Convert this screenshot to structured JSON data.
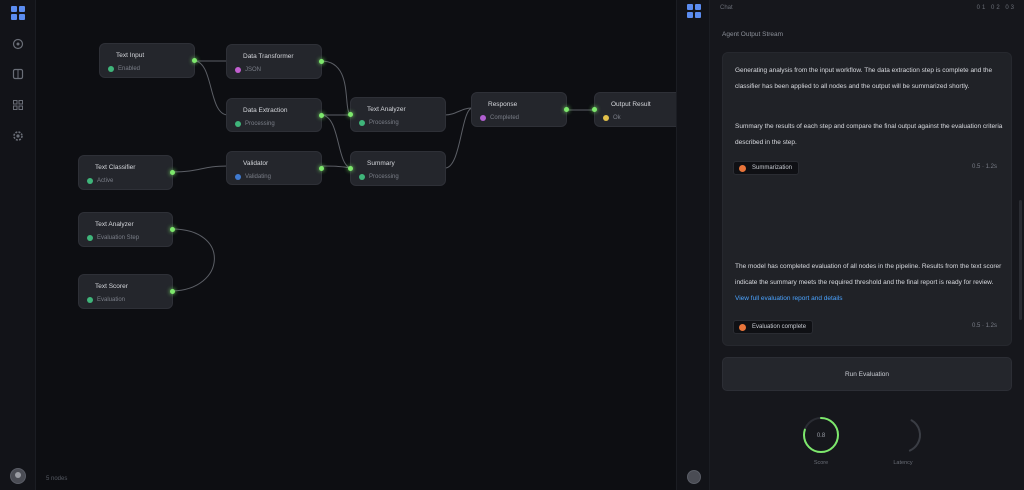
{
  "canvas": {
    "status": "5 nodes",
    "nodes": [
      {
        "id": "n1",
        "title": "Text Input",
        "sub": "Enabled",
        "color": "#3fb57a"
      },
      {
        "id": "n2",
        "title": "Data Transformer",
        "sub": "JSON",
        "color": "#c25fd0"
      },
      {
        "id": "n3",
        "title": "Data Extraction",
        "sub": "Processing",
        "color": "#3fb57a"
      },
      {
        "id": "n4",
        "title": "Text Analyzer",
        "sub": "Processing",
        "color": "#3fb57a"
      },
      {
        "id": "n5",
        "title": "Response",
        "sub": "Completed",
        "color": "#b05fd0"
      },
      {
        "id": "n6",
        "title": "Output Result",
        "sub": "Ok",
        "color": "#e2c04a"
      },
      {
        "id": "n7",
        "title": "Text Classifier",
        "sub": "Active",
        "color": "#3fb57a"
      },
      {
        "id": "n8",
        "title": "Validator",
        "sub": "Validating",
        "color": "#3f7ad0"
      },
      {
        "id": "n9",
        "title": "Summary",
        "sub": "Processing",
        "color": "#3fb57a"
      },
      {
        "id": "n10",
        "title": "Text Analyzer",
        "sub": "Evaluation Step",
        "color": "#3fb57a"
      },
      {
        "id": "n11",
        "title": "Text Scorer",
        "sub": "Evaluation",
        "color": "#3fb57a"
      }
    ]
  },
  "panel": {
    "top_left": "Chat",
    "top_right": "01 02 03",
    "title": "Agent Output Stream",
    "para1": "Generating analysis from the input workflow. The data extraction step is complete and the classifier has been applied to all nodes and the output will be summarized shortly.",
    "para2": "Summary the results of each step and compare the final output against the evaluation criteria described in the step.",
    "chip1": "Summarization",
    "meta1": "0.5 · 1.2s",
    "para3_main": "The model has completed evaluation of all nodes in the pipeline. Results from the text scorer indicate the summary meets the required threshold and the final report is ready for review.",
    "para3_link": "View full evaluation report and details",
    "chip2": "Evaluation complete",
    "meta2": "0.5 · 1.2s",
    "button": "Run Evaluation",
    "ring1_value": "0.8",
    "ring1_label": "Score",
    "ring2_label": "Latency",
    "ring1_progress": 0.8,
    "ring2_progress": 0.35,
    "accent": "#7de86c"
  }
}
